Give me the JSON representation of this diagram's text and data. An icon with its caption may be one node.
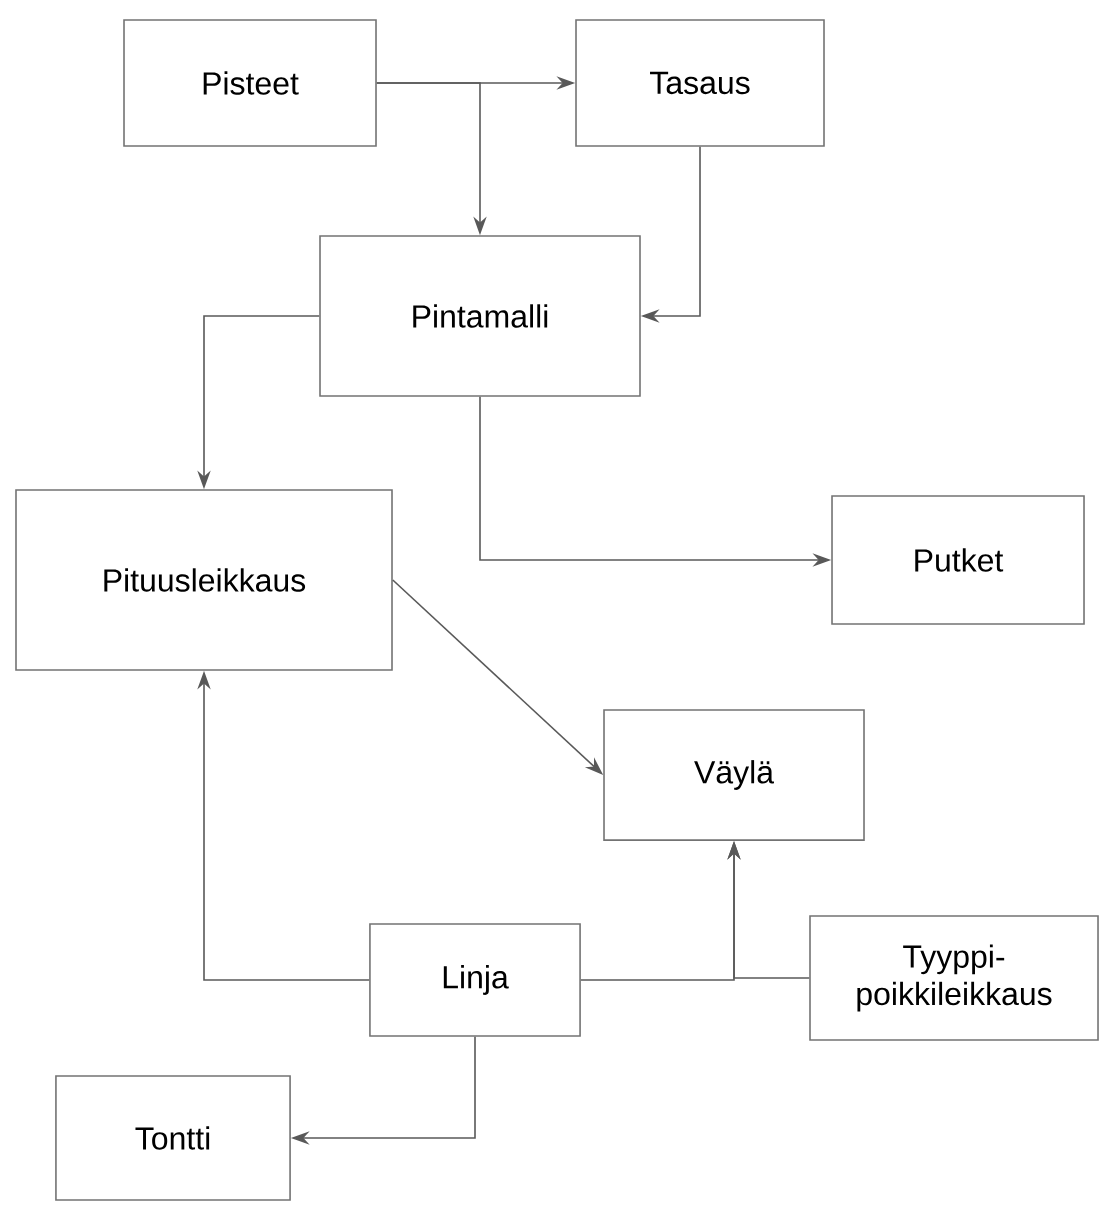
{
  "diagram": {
    "nodes": [
      {
        "text": [
          "Pisteet"
        ]
      },
      {
        "text": [
          "Tasaus"
        ]
      },
      {
        "text": [
          "Pintamalli"
        ]
      },
      {
        "text": [
          "Pituusleikkaus"
        ]
      },
      {
        "text": [
          "Putket"
        ]
      },
      {
        "text": [
          "Väylä"
        ]
      },
      {
        "text": [
          "Linja"
        ]
      },
      {
        "text": [
          "Tyyppi- poikkileikkaus"
        ]
      },
      {
        "text": [
          "Tontti"
        ]
      }
    ],
    "edges": [
      {
        "from": 0,
        "to": 1,
        "arrow": "to"
      },
      {
        "from": 0,
        "to": 2,
        "arrow": "to"
      },
      {
        "from": 1,
        "to": 2,
        "arrow": "to"
      },
      {
        "from": 2,
        "to": 3,
        "arrow": "to"
      },
      {
        "from": 2,
        "to": 4,
        "arrow": "to"
      },
      {
        "from": 3,
        "to": 5,
        "arrow": "to"
      },
      {
        "from": 6,
        "to": 3,
        "arrow": "to"
      },
      {
        "from": 6,
        "to": 5,
        "arrow": "to"
      },
      {
        "from": 7,
        "to": 5,
        "arrow": "to"
      },
      {
        "from": 6,
        "to": 8,
        "arrow": "to"
      }
    ]
  }
}
